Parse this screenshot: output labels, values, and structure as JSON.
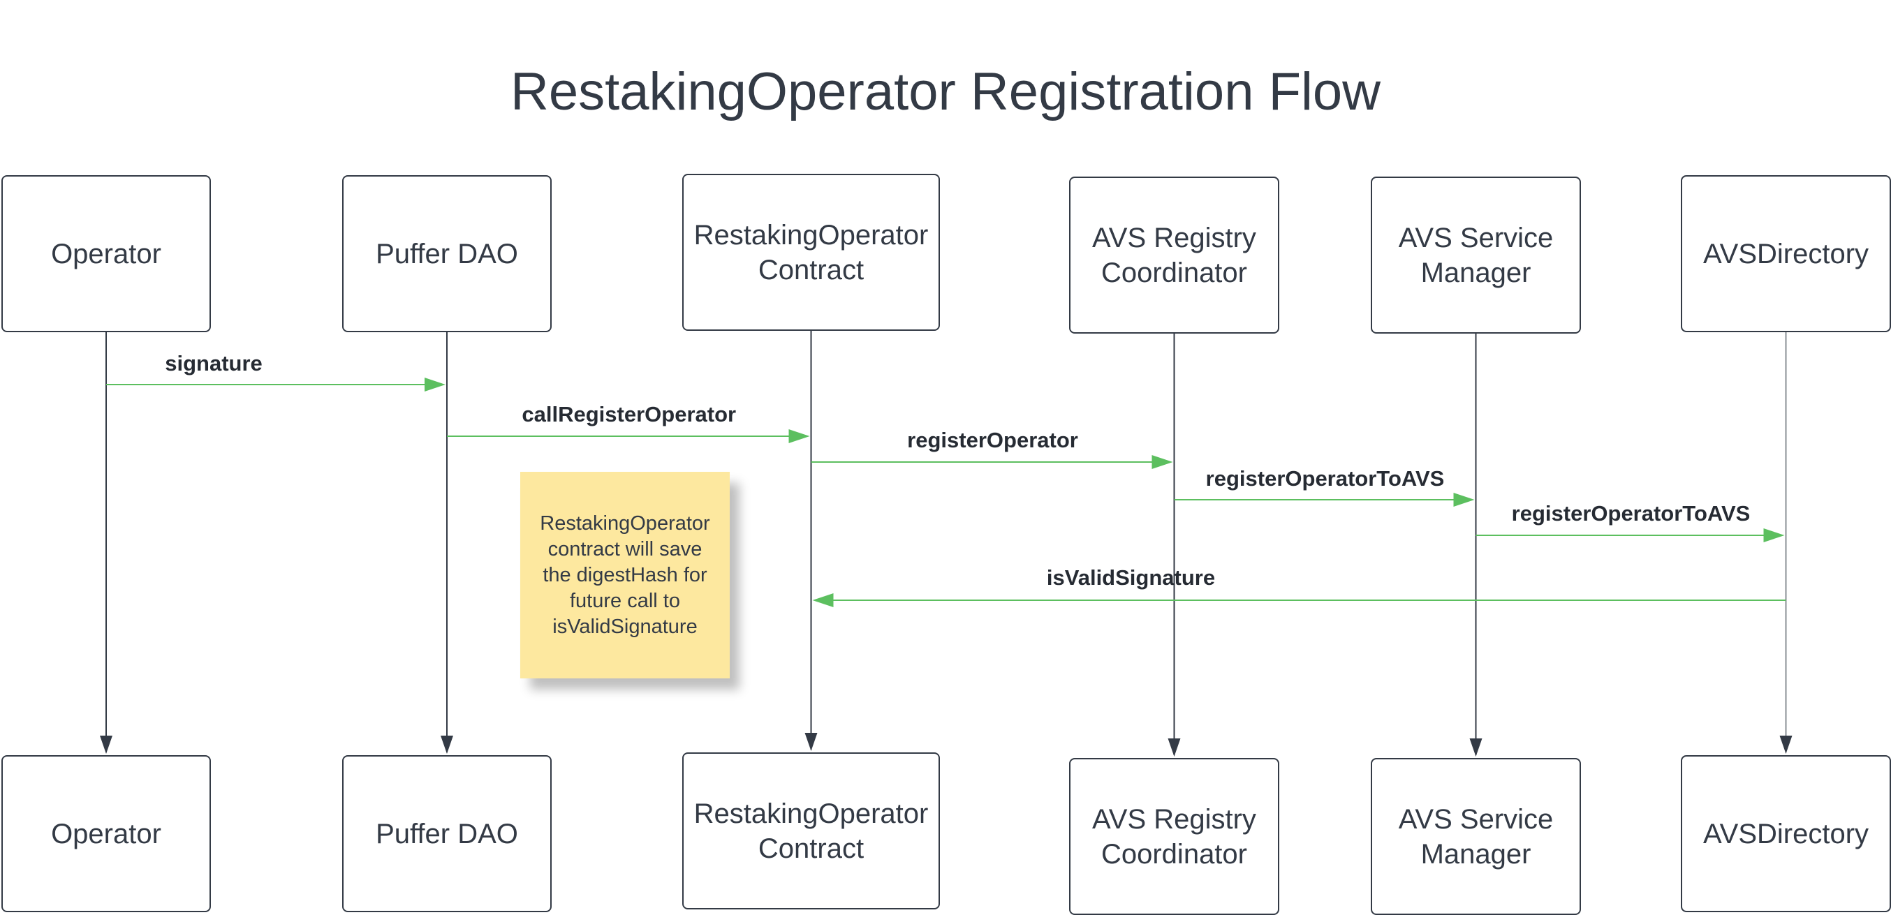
{
  "title": "RestakingOperator Registration Flow",
  "colors": {
    "actor_border": "#333a45",
    "lifeline": "#333a45",
    "message": "#5cbf5f",
    "note_bg": "#fde89f"
  },
  "actors": [
    {
      "id": "operator",
      "label": "Operator"
    },
    {
      "id": "puffer-dao",
      "label": "Puffer DAO"
    },
    {
      "id": "restaking-operator-contract",
      "label": "RestakingOperator\nContract"
    },
    {
      "id": "avs-registry-coordinator",
      "label": "AVS Registry\nCoordinator"
    },
    {
      "id": "avs-service-manager",
      "label": "AVS Service\nManager"
    },
    {
      "id": "avs-directory",
      "label": "AVSDirectory"
    }
  ],
  "messages": [
    {
      "label": "signature",
      "from": 0,
      "to": 1
    },
    {
      "label": "callRegisterOperator",
      "from": 1,
      "to": 2
    },
    {
      "label": "registerOperator",
      "from": 2,
      "to": 3
    },
    {
      "label": "registerOperatorToAVS",
      "from": 3,
      "to": 4
    },
    {
      "label": "registerOperatorToAVS",
      "from": 4,
      "to": 5
    },
    {
      "label": "isValidSignature",
      "from": 5,
      "to": 2
    }
  ],
  "note": {
    "text": "RestakingOperator\ncontract will save\nthe digestHash for\nfuture call to\nisValidSignature"
  }
}
